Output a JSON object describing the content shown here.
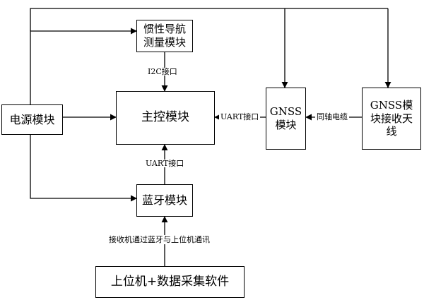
{
  "nodes": {
    "inertial": "惯性导航\n测量模块",
    "mcu": "主控模块",
    "power": "电源模块",
    "gnss": "GNSS\n模块",
    "antenna": "GNSS模\n块接收天\n线",
    "bluetooth": "蓝牙模块",
    "host": "上位机+数据采集软件"
  },
  "edges": {
    "i2c": "I2C接口",
    "uart_gnss": "UART接口",
    "uart_bt": "UART接口",
    "coax": "同轴电缆",
    "host_link": "接收机通过蓝牙与上位机通讯"
  }
}
